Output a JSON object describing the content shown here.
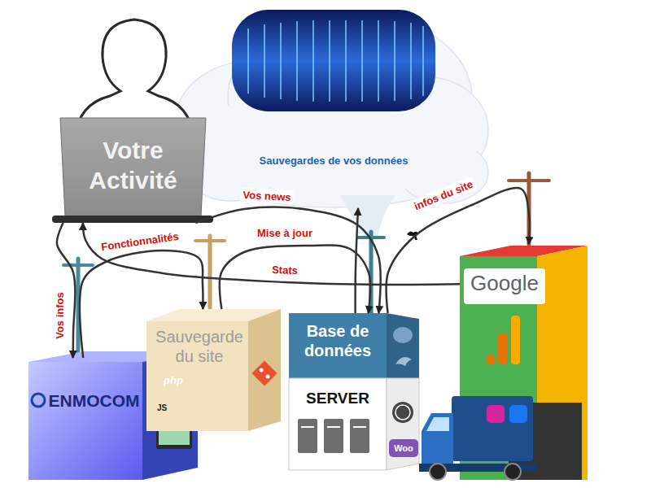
{
  "diagram": {
    "nodes": [
      {
        "text": [
          "Votre Activité"
        ]
      },
      {
        "text": [
          "Sauvegardes de vos données"
        ]
      },
      {
        "text": [
          "ENMOCOM"
        ]
      },
      {
        "text": [
          "Sauvegarde du site"
        ]
      },
      {
        "text": [
          "Base de données",
          "SERVER"
        ]
      },
      {
        "text": [
          "Google"
        ]
      }
    ],
    "edges": [
      {
        "from": 0,
        "to": 2,
        "label": "Vos infos",
        "arrow": "to"
      },
      {
        "from": 2,
        "to": 3,
        "label": "Fonctionnalités",
        "arrow": "to"
      },
      {
        "from": 0,
        "to": 4,
        "label": "Vos news",
        "arrow": "to"
      },
      {
        "from": 3,
        "to": 4,
        "label": "Mise à jour",
        "arrow": "to"
      },
      {
        "from": 4,
        "to": 1,
        "arrow": "to"
      },
      {
        "from": 4,
        "to": 5,
        "label": "infos du site",
        "arrow": "to"
      },
      {
        "from": 5,
        "to": 0,
        "label": "Stats",
        "arrow": "to"
      }
    ],
    "labels": [
      "php",
      "JS",
      "Woo"
    ]
  }
}
